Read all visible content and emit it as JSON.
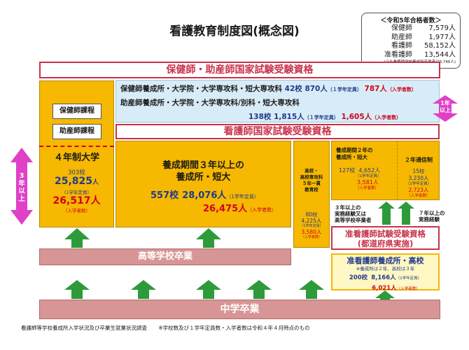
{
  "title": "看護教育制度図(概念図)",
  "passers": {
    "heading": "＜令和5年合格者数＞",
    "rows": [
      {
        "label": "保健師",
        "value": "7,579人"
      },
      {
        "label": "助産師",
        "value": "1,977人"
      },
      {
        "label": "看護師",
        "value": "58,152人"
      },
      {
        "label": "准看護師",
        "value": "13,544人"
      }
    ],
    "note": "(うち看護師学校養成所卒業者は6,746人)"
  },
  "banners": {
    "phn_midwife_exam": "保健師・助産師国家試験受験資格",
    "nurse_exam": "看護師国家試験受験資格",
    "prac_exam_line1": "准看護師試験受験資格",
    "prac_exam_line2": "(都道府県実施)"
  },
  "phn": {
    "label": "保健師養成所・大学院・大学専攻科・短大専攻科",
    "schools": "42校",
    "capacity": "870人",
    "capacity_note": "（１学年定員）",
    "enrolled": "787人",
    "enrolled_note": "（入学者数）"
  },
  "midwife": {
    "label": "助産師養成所・大学院・大学専攻科/別科・短大専攻科",
    "schools": "138校",
    "capacity": "1,815人",
    "capacity_note": "（１学年定員）",
    "enrolled": "1,605人",
    "enrolled_note": "（入学者数）"
  },
  "one_year": {
    "line1": "1年",
    "line2": "以上"
  },
  "three_years": {
    "line1": "3",
    "line2": "年",
    "line3": "以",
    "line4": "上"
  },
  "univ": {
    "course1": "保健師課程",
    "course2": "助産師課程",
    "label": "４年制大学",
    "schools": "303校",
    "capacity": "25,825",
    "capacity_unit": "人",
    "capacity_note": "（1学年定員）",
    "enrolled": "26,517人",
    "enrolled_note": "（入学者数）"
  },
  "three_year_school": {
    "line1": "養成期間３年以上の",
    "line2": "養成所・短大",
    "schools": "557校",
    "capacity": "28,076人",
    "capacity_note": "（1学年定員）",
    "enrolled": "26,475人",
    "enrolled_note": "（入学者数）"
  },
  "hs5": {
    "line1": "高校・",
    "line2": "高校専攻科",
    "line3": "５年一貫",
    "line4": "教育校",
    "schools": "80校",
    "capacity": "4,225人",
    "capacity_note": "（1学年定員）",
    "enrolled": "3,580人",
    "enrolled_note": "（入学者数）"
  },
  "two_year": {
    "line1": "養成期間２年の",
    "line2": "養成所・短大",
    "schools": "127校",
    "capacity": "4,652人",
    "capacity_note": "（1学年定員）",
    "enrolled": "3,581人",
    "enrolled_note": "（入学者数）"
  },
  "correspondence": {
    "label": "２年通信制",
    "schools": "15校",
    "capacity": "3,230人",
    "capacity_note": "（1学年定員）",
    "enrolled": "2,723人",
    "enrolled_note": "（入学者数）"
  },
  "experience3": {
    "line1": "３年以上の",
    "line2": "実務経験又は",
    "line3": "高等学校卒業者"
  },
  "experience7": {
    "line1": "７年以上の",
    "line2": "実務経験"
  },
  "prac_school": {
    "label": "准看護師養成所・高校",
    "note": "※養成所は２年、高校は３年",
    "schools": "200校",
    "capacity": "8,166人",
    "capacity_note": "（1学年定員）",
    "enrolled": "6,021人",
    "enrolled_note": "（入学者数）"
  },
  "hs_grad": "高等学校卒業",
  "jh_grad": "中学卒業",
  "footer": {
    "source": "看護師等学校養成所入学状況及び卒業生就業状況調査",
    "note": "※学校数及び１学年定員数・入学者数は令和４年４月時点のもの"
  },
  "colors": {
    "yellow": "#f6b800",
    "pink_border": "#c8324a",
    "magenta_arrow": "#e040c8",
    "green_arrow": "#2e9b3a",
    "light_blue": "#d8ecf7",
    "grad_bar": "#d89595",
    "navy_text": "#1f3a8a",
    "red_text": "#d0021b"
  }
}
